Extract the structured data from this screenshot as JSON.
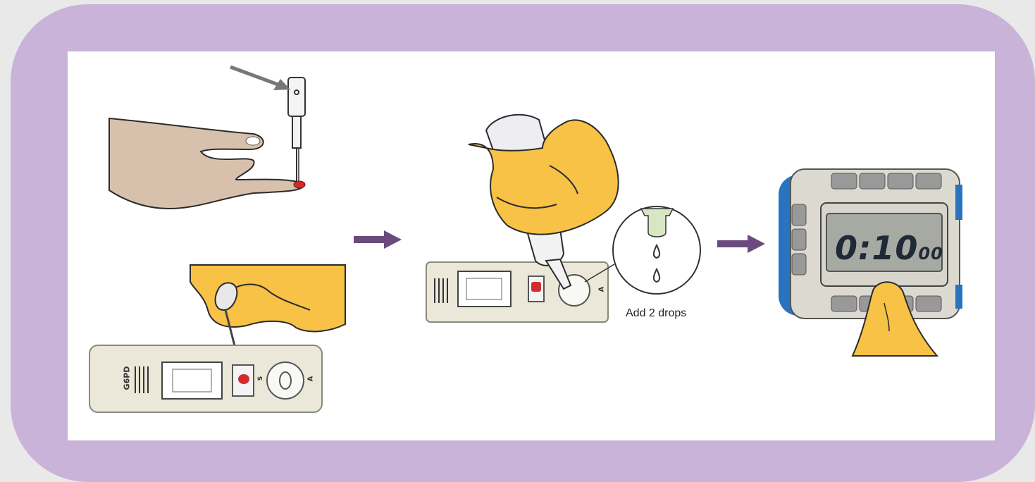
{
  "caption": "Add 2 drops",
  "timer": {
    "main": "0:10",
    "small": "00"
  },
  "cassette": {
    "label": "G6PD",
    "sample_mark": "S",
    "buffer_mark": "A"
  },
  "colors": {
    "frame": "#c9b3d8",
    "arrow": "#6b4a7d",
    "glove": "#f7c245",
    "blood": "#d32b2b",
    "timer_blue": "#2a73c0"
  }
}
